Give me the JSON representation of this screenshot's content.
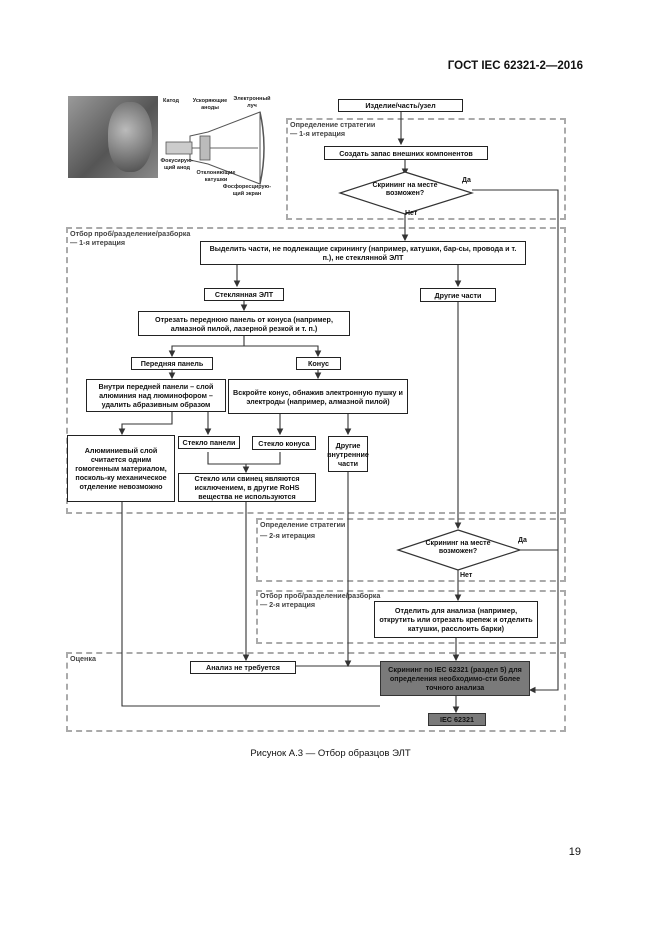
{
  "header": {
    "standard": "ГОСТ IEC 62321-2—2016"
  },
  "figure": {
    "caption": "Рисунок А.3 — Отбор образцов ЭЛТ",
    "photo_labels": {
      "cathode": "Катод",
      "accel": "Ускоряющие аноды",
      "beam": "Электронный луч",
      "focus": "Фокусирую-щий анод",
      "coils": "Отклоняющие катушки",
      "screen": "Фосфоресцирую-щий экран"
    },
    "zones": {
      "strategy1": {
        "title": "Определение стратегии",
        "sub": "— 1-я итерация"
      },
      "disassembly1": {
        "title": "Отбор проб/разделение/разборка",
        "sub": "— 1-я итерация"
      },
      "strategy2": {
        "title": "Определение стратегии",
        "sub": "— 2-я итерация"
      },
      "disassembly2": {
        "title": "Отбор проб/разделение/разборка",
        "sub": "— 2-я итерация"
      },
      "evaluation": {
        "title": "Оценка"
      }
    },
    "nodes": {
      "product": "Изделие/часть/узел",
      "external": "Создать запас внешних компонентов",
      "decision1": "Скрининг на месте возможен?",
      "yes1": "Да",
      "no1": "Нет",
      "separate": "Выделить части, не подлежащие скринингу (например, катушки, бар-сы, провода и т. п.), не стеклянной ЭЛТ",
      "glass": "Стеклянная ЭЛТ",
      "other": "Другие части",
      "cut": "Отрезать переднюю панель от конуса (например, алмазной пилой, лазерной резкой и т. п.)",
      "front": "Передняя панель",
      "cone": "Конус",
      "inside": "Внутри передней панели – слой алюминия над люминофором – удалить абразивным образом",
      "opencone": "Вскройте конус, обнажив электронную пушку и электроды (например, алмазной пилой)",
      "aluminum": "Алюминиевый слой считается одним гомогенным материалом, посколь-ку механическое отделение невозможно",
      "glass_panel": "Стекло панели",
      "glass_cone": "Стекло конуса",
      "inner": "Другие внутренние части",
      "lead_glass": "Стекло или свинец являются исключением, в другие RoHS вещества не используются",
      "decision2": "Скрининг на месте возможен?",
      "yes2": "Да",
      "no2": "Нет",
      "separate2": "Отделить для анализа (например, открутить или отрезать крепеж и отделить катушки, расслоить барки)",
      "no_analysis": "Анализ не требуется",
      "screening": "Скрининг по IEC 62321 (раздел 5) для определения необходимо-сти более точного анализа",
      "iec": "IEC 62321"
    }
  },
  "page": {
    "number": "19"
  }
}
